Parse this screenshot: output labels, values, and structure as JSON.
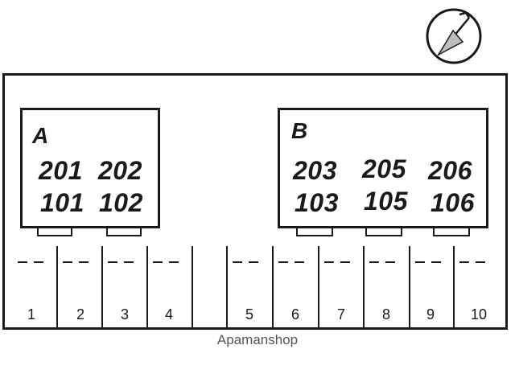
{
  "compass": {
    "icon": "north-arrow-icon"
  },
  "buildings": [
    {
      "label": "A",
      "rooms": [
        "201",
        "202",
        "101",
        "102"
      ]
    },
    {
      "label": "B",
      "rooms": [
        "203",
        "205",
        "206",
        "103",
        "105",
        "106"
      ]
    }
  ],
  "parking_spots": [
    "1",
    "2",
    "3",
    "4",
    "5",
    "6",
    "7",
    "8",
    "9",
    "10"
  ],
  "watermark": "Apamanshop",
  "colors": {
    "line": "#1a1a1a",
    "background": "#ffffff",
    "watermark": "#555555"
  }
}
